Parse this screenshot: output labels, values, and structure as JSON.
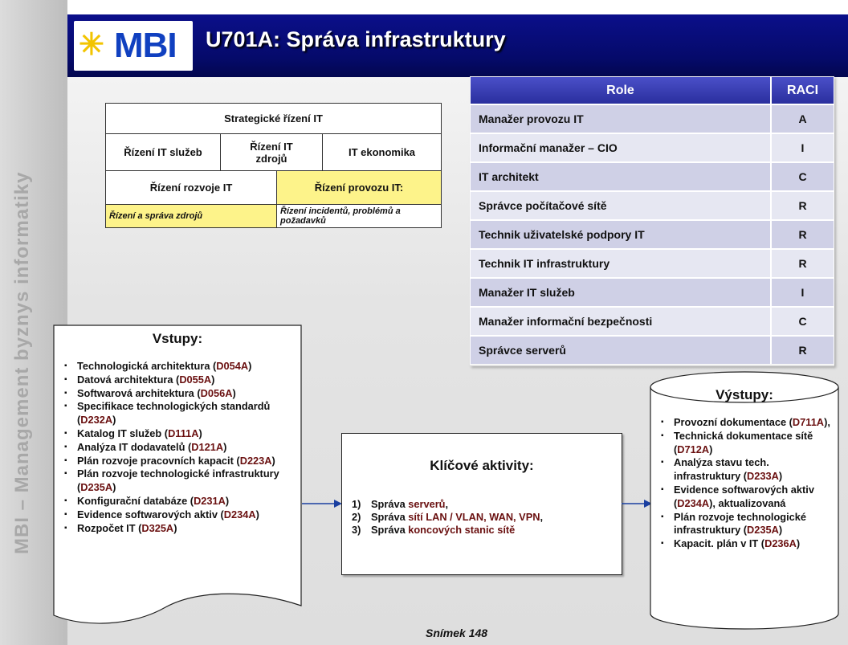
{
  "header": {
    "logo_text": "MBI",
    "title": "U701A: Správa infrastruktury"
  },
  "sidebar_text": "MBI – Management byznys informatiky",
  "it_grid": {
    "strategic": "Strategické řízení IT",
    "services": "Řízení IT služeb",
    "resources": "Řízení IT zdrojů",
    "economics": "IT ekonomika",
    "development": "Řízení rozvoje IT",
    "operations": "Řízení provozu IT:",
    "resource_mgmt": "Řízení a správa zdrojů",
    "incidents": "Řízení incidentů, problémů a požadavků"
  },
  "raci": {
    "col_role": "Role",
    "col_raci": "RACI",
    "rows": [
      {
        "role": "Manažer provozu IT",
        "raci": "A"
      },
      {
        "role": "Informační manažer – CIO",
        "raci": "I"
      },
      {
        "role": "IT architekt",
        "raci": "C"
      },
      {
        "role": "Správce počítačové sítě",
        "raci": "R"
      },
      {
        "role": "Technik uživatelské podpory IT",
        "raci": "R"
      },
      {
        "role": "Technik IT infrastruktury",
        "raci": "R"
      },
      {
        "role": "Manažer IT služeb",
        "raci": "I"
      },
      {
        "role": "Manažer informační bezpečnosti",
        "raci": "C"
      },
      {
        "role": "Správce serverů",
        "raci": "R"
      }
    ]
  },
  "inputs": {
    "title": "Vstupy:",
    "items": [
      {
        "text": "Technologická architektura",
        "code": "D054A"
      },
      {
        "text": "Datová architektura",
        "code": "D055A"
      },
      {
        "text": "Softwarová architektura",
        "code": "D056A"
      },
      {
        "text": "Specifikace technologických standardů",
        "code": "D232A"
      },
      {
        "text": "Katalog IT služeb",
        "code": "D111A"
      },
      {
        "text": "Analýza IT dodavatelů",
        "code": "D121A"
      },
      {
        "text": "Plán rozvoje pracovních kapacit",
        "code": "D223A"
      },
      {
        "text": "Plán rozvoje technologické infrastruktury",
        "code": "D235A"
      },
      {
        "text": "Konfigurační databáze",
        "code": "D231A"
      },
      {
        "text": "Evidence softwarových aktiv",
        "code": "D234A"
      },
      {
        "text": "Rozpočet IT",
        "code": "D325A"
      }
    ]
  },
  "activities": {
    "title": "Klíčové aktivity:",
    "items": [
      {
        "num": "1)",
        "pre": "Správa",
        "hl": "serverů",
        "post": ","
      },
      {
        "num": "2)",
        "pre": "Správa",
        "hl": "sítí LAN / VLAN, WAN, VPN",
        "post": ","
      },
      {
        "num": "3)",
        "pre": "Správa",
        "hl": "koncových stanic sítě",
        "post": ""
      }
    ]
  },
  "outputs": {
    "title": "Výstupy:",
    "items": [
      {
        "text": "Provozní dokumentace",
        "code": "D711A",
        "suffix": ","
      },
      {
        "text": "Technická dokumentace sítě",
        "code": "D712A",
        "suffix": ""
      },
      {
        "text": "Analýza stavu tech. infrastruktury",
        "code": "D233A",
        "suffix": ""
      },
      {
        "text": "Evidence softwarových aktiv",
        "code": "D234A",
        "suffix": ", aktualizovaná"
      },
      {
        "text": "Plán rozvoje technologické infrastruktury",
        "code": "D235A",
        "suffix": ""
      },
      {
        "text": "Kapacit. plán v IT",
        "code": "D236A",
        "suffix": ""
      }
    ]
  },
  "footer": "Snímek 148"
}
